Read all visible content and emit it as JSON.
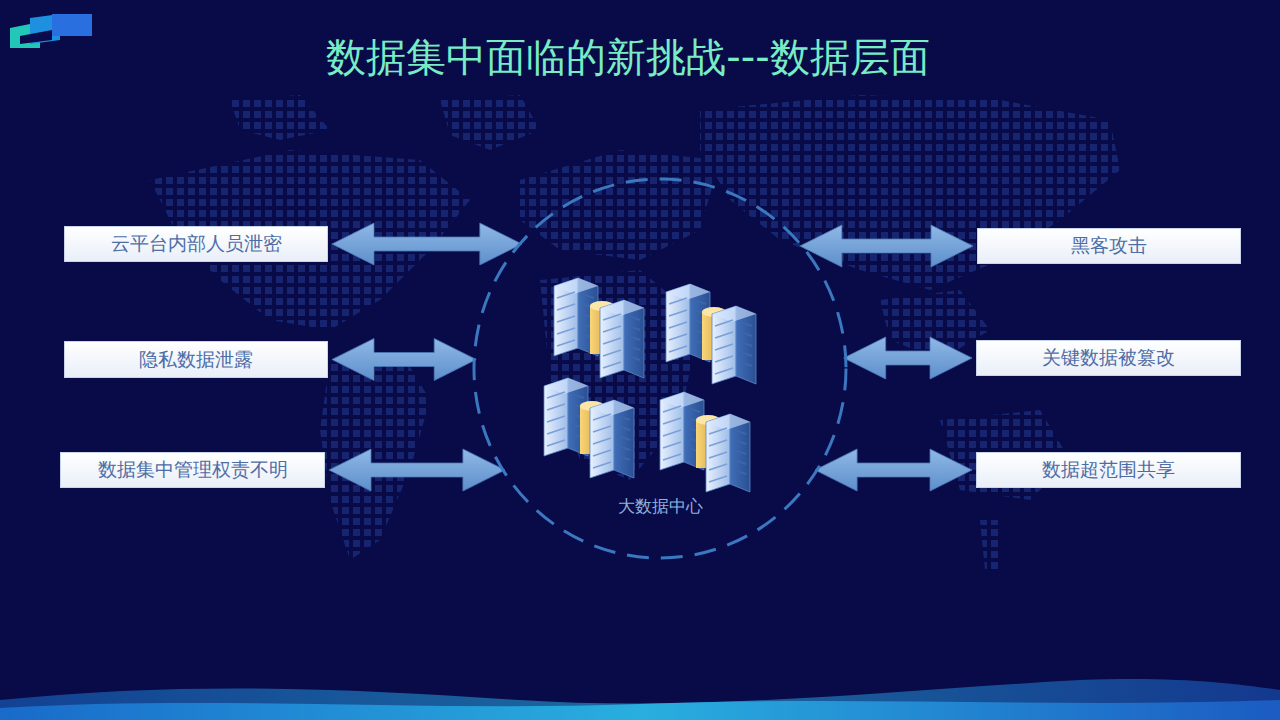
{
  "diagram": {
    "title": "数据集中面临的新挑战---数据层面",
    "nodes": [
      {
        "text": [
          "云平台内部人员泄密"
        ]
      },
      {
        "text": [
          "大数据中心"
        ]
      },
      {
        "text": [
          "黑客攻击"
        ]
      },
      {
        "text": [
          "隐私数据泄露"
        ]
      },
      {
        "text": [
          "关键数据被篡改"
        ]
      },
      {
        "text": [
          "数据集中管理权责不明"
        ]
      },
      {
        "text": [
          "数据超范围共享"
        ]
      }
    ],
    "edges": [
      {
        "from": 0,
        "to": 1,
        "arrow": "both"
      },
      {
        "from": 2,
        "to": 1,
        "arrow": "both"
      },
      {
        "from": 3,
        "to": 1,
        "arrow": "both"
      },
      {
        "from": 4,
        "to": 1,
        "arrow": "both"
      },
      {
        "from": 5,
        "to": 1,
        "arrow": "both"
      },
      {
        "from": 6,
        "to": 1,
        "arrow": "both"
      }
    ]
  }
}
